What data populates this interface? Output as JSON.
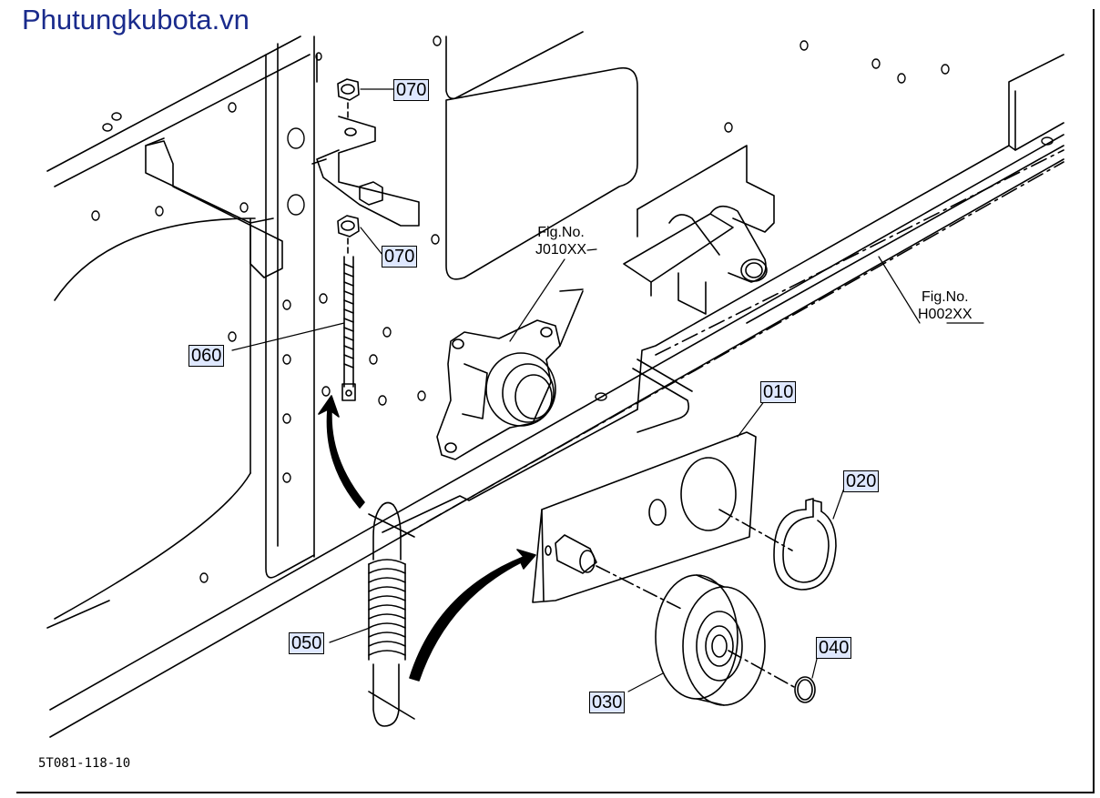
{
  "watermark": "Phutungkubota.vn",
  "drawing_code": "5T081-118-10",
  "parts": {
    "p010": "010",
    "p020": "020",
    "p030": "030",
    "p040": "040",
    "p050": "050",
    "p060": "060",
    "p070a": "070",
    "p070b": "070"
  },
  "references": {
    "j010": {
      "line1": "Fig.No.",
      "line2": "J010XX"
    },
    "h002": {
      "line1": "Fig.No.",
      "line2": "H002XX"
    }
  }
}
